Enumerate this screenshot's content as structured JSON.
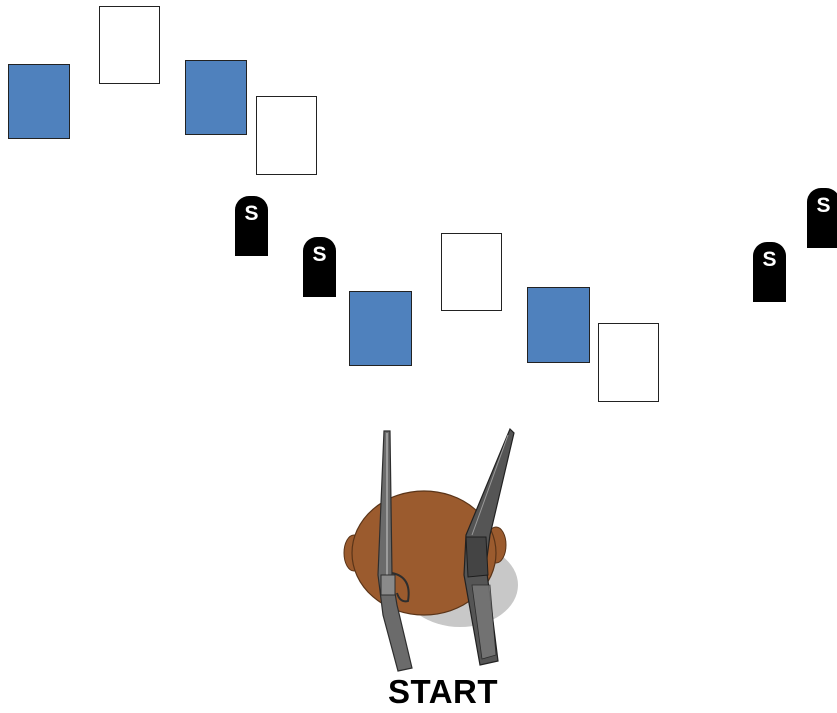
{
  "colors": {
    "blue_target": "#4f81bd",
    "white_target": "#ffffff",
    "stand_marker": "#000000",
    "shooter_head": "#9b5b2e"
  },
  "targets": [
    {
      "color": "blue"
    },
    {
      "color": "white"
    },
    {
      "color": "blue"
    },
    {
      "color": "white"
    },
    {
      "color": "blue"
    },
    {
      "color": "white"
    },
    {
      "color": "blue"
    },
    {
      "color": "white"
    }
  ],
  "stand_markers": [
    {
      "letter": "S"
    },
    {
      "letter": "S"
    },
    {
      "letter": "S"
    },
    {
      "letter": "S"
    }
  ],
  "shooter": {
    "icon": "shooter-with-rifle-and-shotgun-icon"
  },
  "start_label": "START"
}
